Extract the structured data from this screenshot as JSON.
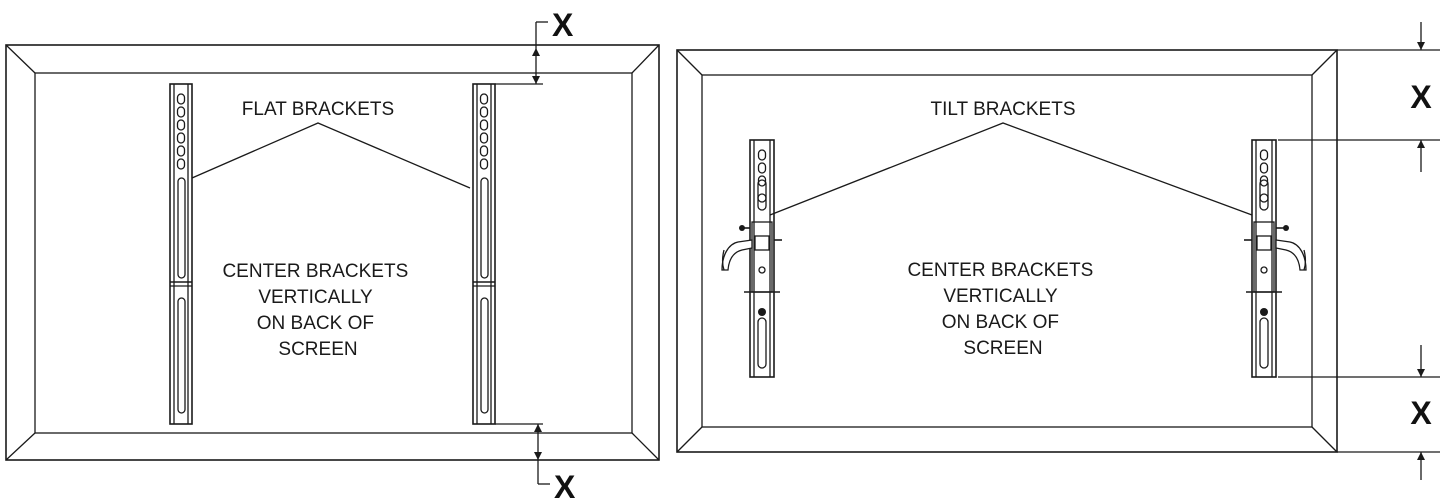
{
  "left_panel": {
    "bracket_label": "FLAT BRACKETS",
    "instruction_lines": [
      "CENTER BRACKETS",
      "VERTICALLY",
      "ON BACK OF",
      "SCREEN"
    ],
    "dimension_top": "X",
    "dimension_bottom": "X"
  },
  "right_panel": {
    "bracket_label": "TILT BRACKETS",
    "instruction_lines": [
      "CENTER BRACKETS",
      "VERTICALLY",
      "ON BACK OF",
      "SCREEN"
    ],
    "dimension_top": "X",
    "dimension_bottom": "X"
  },
  "colors": {
    "line": "#1a1a1a",
    "screen": "#ffffff"
  }
}
